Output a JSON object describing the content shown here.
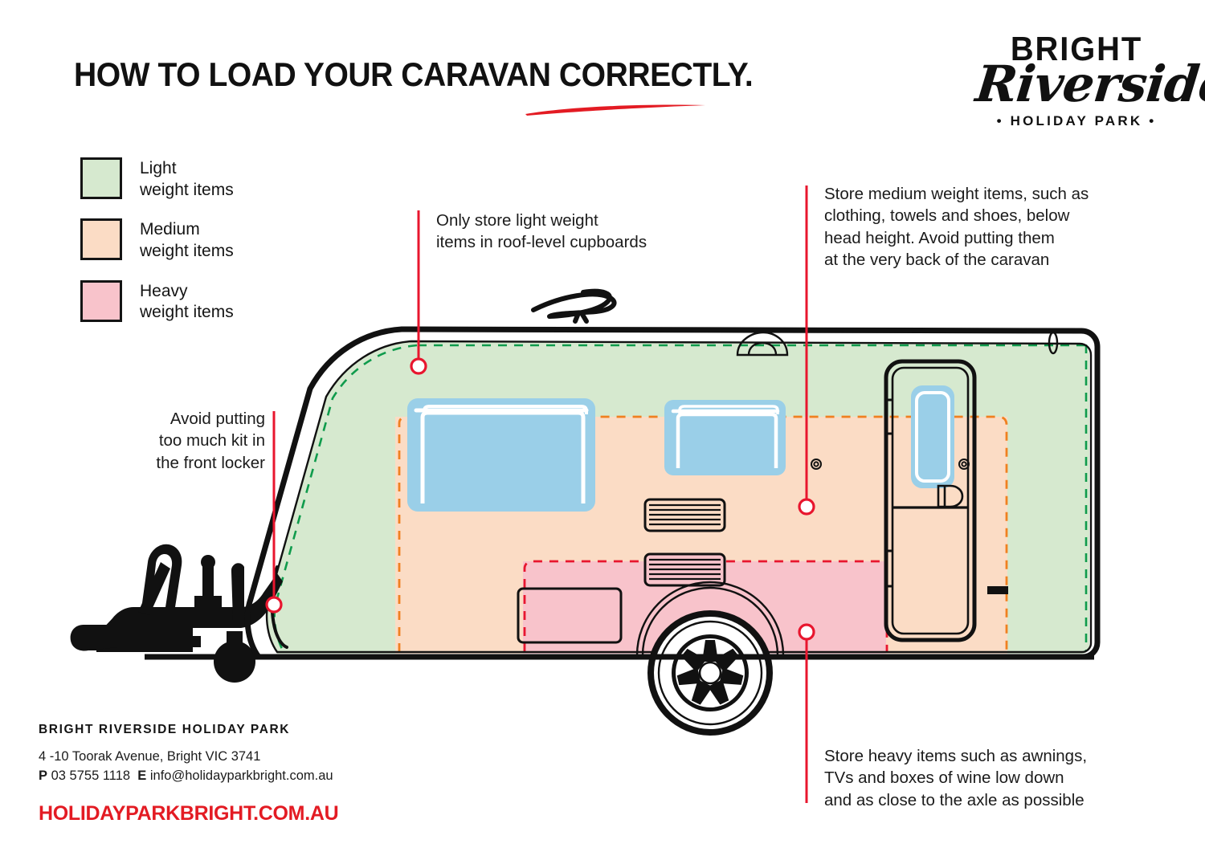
{
  "title": {
    "text": "HOW TO LOAD YOUR CARAVAN CORRECTLY."
  },
  "logo": {
    "line1": "BRIGHT",
    "line2": "Riverside",
    "line3": "• HOLIDAY PARK •"
  },
  "legend": {
    "items": [
      {
        "name": "light",
        "label": "Light\nweight items",
        "color": "#d6e9cf"
      },
      {
        "name": "medium",
        "label": "Medium\nweight items",
        "color": "#fbdcc5"
      },
      {
        "name": "heavy",
        "label": "Heavy\nweight items",
        "color": "#f8c3cb"
      }
    ]
  },
  "callouts": {
    "roof": "Only store light weight\nitems in roof-level cupboards",
    "medium": "Store medium weight items, such as\nclothing, towels and shoes, below\nhead height. Avoid putting them\nat the very back of the caravan",
    "front": "Avoid putting\ntoo much kit in\nthe front locker",
    "heavy": "Store heavy items such as awnings,\nTVs and boxes of wine low down\nand as close to the axle as possible"
  },
  "footer": {
    "name": "BRIGHT RIVERSIDE HOLIDAY PARK",
    "address": "4 -10 Toorak Avenue, Bright VIC 3741",
    "phone_label": "P",
    "phone": "03 5755 1118",
    "email_label": "E",
    "email": "info@holidayparkbright.com.au",
    "url": "HOLIDAYPARKBRIGHT.COM.AU"
  },
  "colors": {
    "accent_red": "#e31b23",
    "leader_red": "#e8162e",
    "light_zone": "#d6e9cf",
    "medium_zone": "#fbdcc5",
    "heavy_zone": "#f8c3cb",
    "window_blue": "#9acfe8",
    "outline_black": "#141414",
    "dash_green": "#0f9b4c",
    "dash_orange": "#f08020",
    "dash_red": "#e8162e"
  },
  "illustration": {
    "name": "caravan-side-view-diagram",
    "parts": [
      "hitch-silhouette",
      "jockey-wheel",
      "gas-bottle",
      "handbrake-lever",
      "body-outline",
      "roof-antenna",
      "roof-grab-handle",
      "front-window",
      "rear-side-window",
      "door",
      "door-window",
      "door-handle",
      "vent-upper",
      "vent-lower",
      "side-locker",
      "wheel",
      "marker-light"
    ],
    "zone_labels": {
      "light": "light-weight-zone",
      "medium": "medium-weight-zone",
      "heavy": "heavy-weight-zone"
    }
  }
}
